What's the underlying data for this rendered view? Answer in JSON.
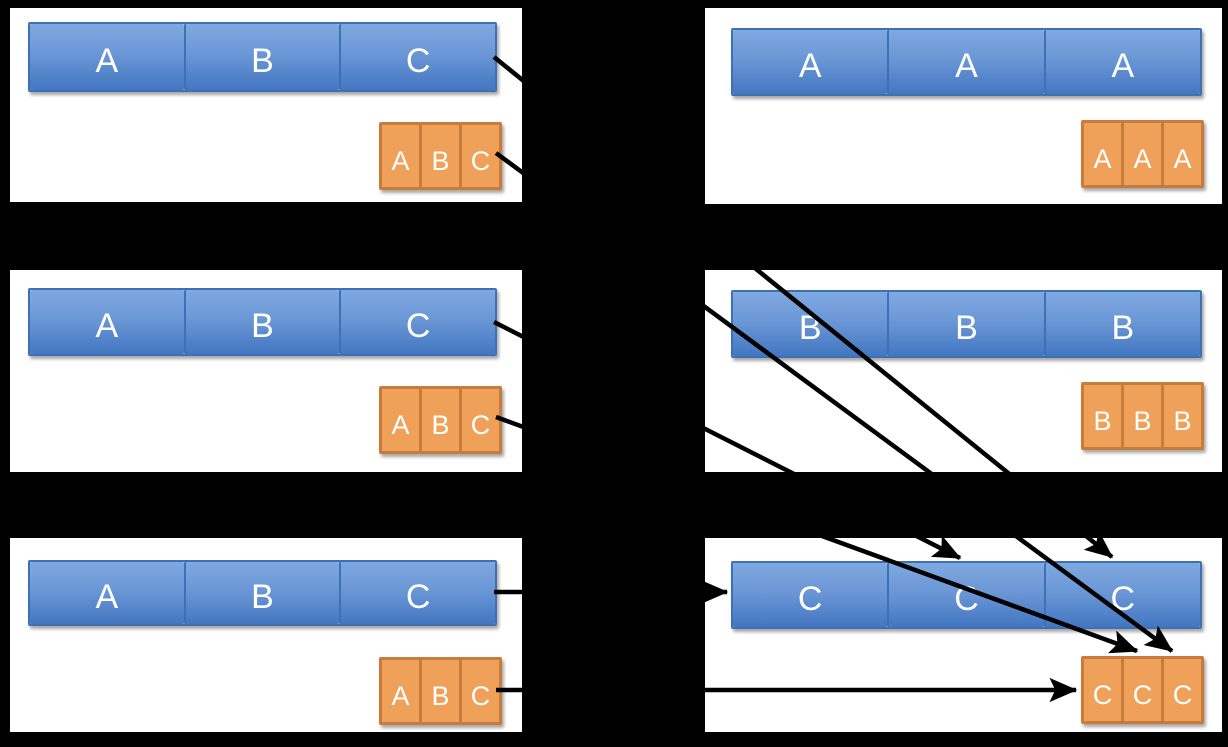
{
  "diagram": {
    "description": "Replication diagram: three nodes each holding partitions A, B, C (blue bar) with a small replica strip (orange). Right side shows per-letter grouping: node of all A copies, all B copies, all C copies, with arrows from every C partition and C replica converging on the bottom-right node.",
    "background_color": "#000000",
    "panel_color": "#FFFFFF"
  },
  "colors": {
    "bar_fill_top": "#7FA9E1",
    "bar_fill_bottom": "#4377C2",
    "bar_border": "#4070B4",
    "replica_fill": "#F0A159",
    "replica_border": "#C87C3C",
    "label_text": "#FFFFFF",
    "arrow": "#000000"
  },
  "panels": [
    {
      "id": "top-left",
      "bar": [
        "A",
        "B",
        "C"
      ],
      "replicas": [
        "A",
        "B",
        "C"
      ]
    },
    {
      "id": "top-right",
      "bar": [
        "A",
        "A",
        "A"
      ],
      "replicas": [
        "A",
        "A",
        "A"
      ]
    },
    {
      "id": "middle-left",
      "bar": [
        "A",
        "B",
        "C"
      ],
      "replicas": [
        "A",
        "B",
        "C"
      ]
    },
    {
      "id": "middle-right",
      "bar": [
        "B",
        "B",
        "B"
      ],
      "replicas": [
        "B",
        "B",
        "B"
      ]
    },
    {
      "id": "bottom-left",
      "bar": [
        "A",
        "B",
        "C"
      ],
      "replicas": [
        "A",
        "B",
        "C"
      ]
    },
    {
      "id": "bottom-right",
      "bar": [
        "C",
        "C",
        "C"
      ],
      "replicas": [
        "C",
        "C",
        "C"
      ]
    }
  ],
  "arrows": [
    {
      "from": "top-left bar segment C",
      "to": "bottom-right bar segment 3 (top)"
    },
    {
      "from": "top-left replica cell C",
      "to": "bottom-right replica cell 3 (top)"
    },
    {
      "from": "middle-left bar segment C",
      "to": "bottom-right bar segment 2 (top)"
    },
    {
      "from": "middle-left replica cell C",
      "to": "bottom-right replica cell 2 (top)"
    },
    {
      "from": "bottom-left bar segment C",
      "to": "bottom-right bar segment 1 (left edge)"
    },
    {
      "from": "bottom-left replica cell C",
      "to": "bottom-right replica cell 1 (left edge)"
    }
  ]
}
